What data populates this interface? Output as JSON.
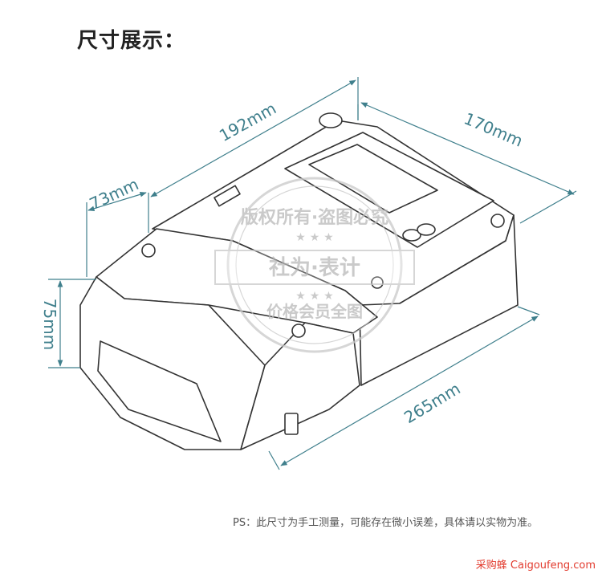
{
  "title": "尺寸展示：",
  "dimensions": {
    "length_top": "192mm",
    "width": "170mm",
    "front_depth": "73mm",
    "height": "75mm",
    "length_bottom": "265mm"
  },
  "watermark": {
    "top_arc": "版权所有·盗图必究",
    "center": "社为·表计",
    "bottom_arc": "价格会员全图"
  },
  "note": "PS：此尺寸为手工测量，可能存在微小误差，具体请以实物为准。",
  "footer": "采购蜂 Caigoufeng.com",
  "colors": {
    "dimension_line": "#3f7f8c",
    "outline": "#333333",
    "footer": "#e23b2e"
  }
}
